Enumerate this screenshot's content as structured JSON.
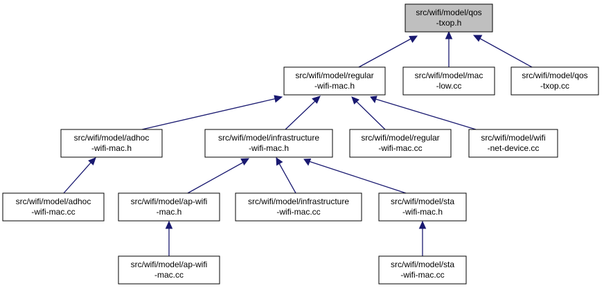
{
  "colors": {
    "edge": "#191970",
    "root_fill": "#bfbfbf",
    "node_fill": "#ffffff",
    "node_border": "#000000"
  },
  "nodes": {
    "qos_txop_h": {
      "line1": "src/wifi/model/qos",
      "line2": "-txop.h"
    },
    "regular_wifi_mac_h": {
      "line1": "src/wifi/model/regular",
      "line2": "-wifi-mac.h"
    },
    "mac_low_cc": {
      "line1": "src/wifi/model/mac",
      "line2": "-low.cc"
    },
    "qos_txop_cc": {
      "line1": "src/wifi/model/qos",
      "line2": "-txop.cc"
    },
    "adhoc_wifi_mac_h": {
      "line1": "src/wifi/model/adhoc",
      "line2": "-wifi-mac.h"
    },
    "infrastructure_wifi_mac_h": {
      "line1": "src/wifi/model/infrastructure",
      "line2": "-wifi-mac.h"
    },
    "regular_wifi_mac_cc": {
      "line1": "src/wifi/model/regular",
      "line2": "-wifi-mac.cc"
    },
    "wifi_net_device_cc": {
      "line1": "src/wifi/model/wifi",
      "line2": "-net-device.cc"
    },
    "adhoc_wifi_mac_cc": {
      "line1": "src/wifi/model/adhoc",
      "line2": "-wifi-mac.cc"
    },
    "ap_wifi_mac_h": {
      "line1": "src/wifi/model/ap-wifi",
      "line2": "-mac.h"
    },
    "infrastructure_wifi_mac_cc": {
      "line1": "src/wifi/model/infrastructure",
      "line2": "-wifi-mac.cc"
    },
    "sta_wifi_mac_h": {
      "line1": "src/wifi/model/sta",
      "line2": "-wifi-mac.h"
    },
    "ap_wifi_mac_cc": {
      "line1": "src/wifi/model/ap-wifi",
      "line2": "-mac.cc"
    },
    "sta_wifi_mac_cc": {
      "line1": "src/wifi/model/sta",
      "line2": "-wifi-mac.cc"
    }
  }
}
